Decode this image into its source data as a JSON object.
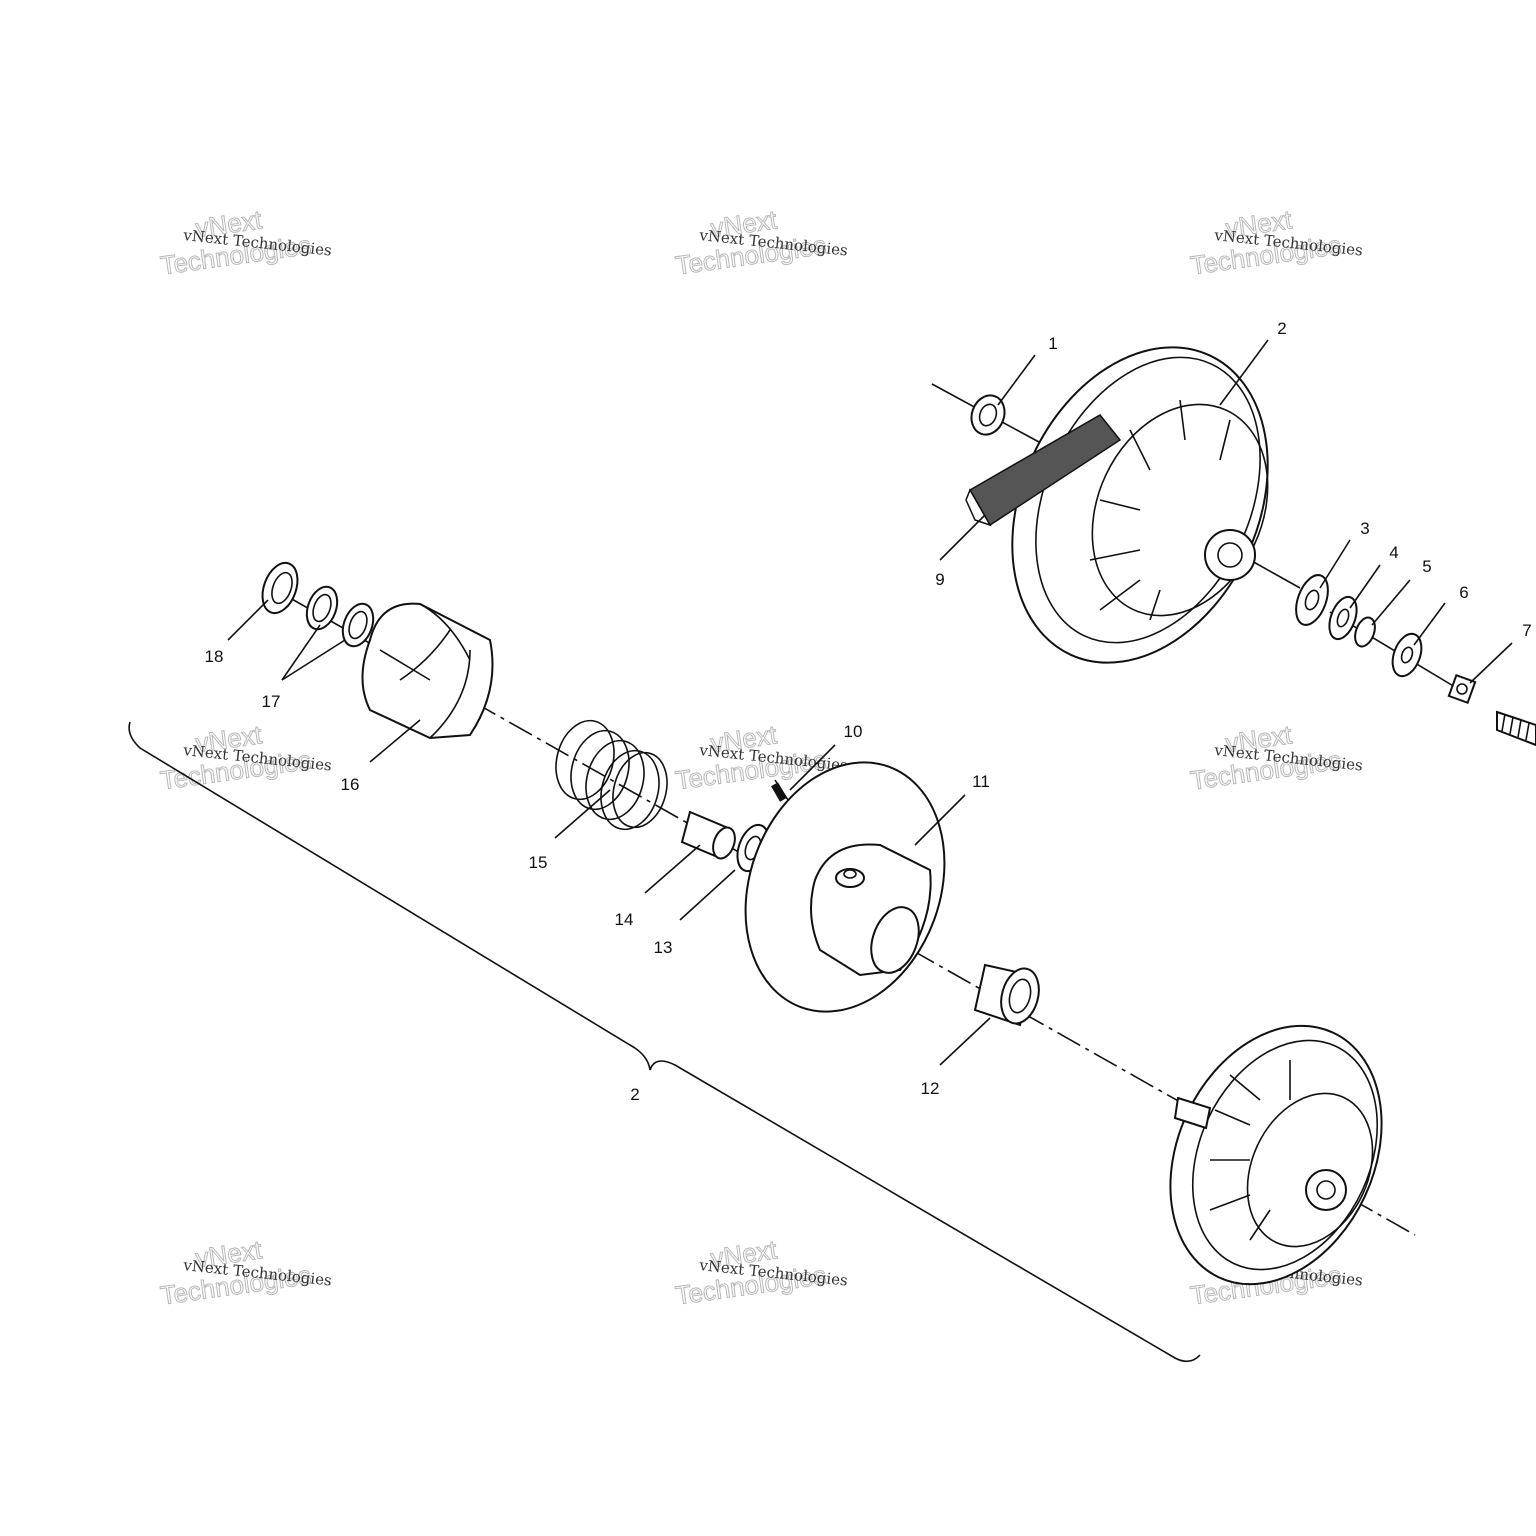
{
  "watermark": {
    "small": "vNext Technologies",
    "large_top": "vNext",
    "large_bottom": "Technologies"
  },
  "callouts": {
    "c1": "1",
    "c2": "2",
    "c3": "3",
    "c4": "4",
    "c5": "5",
    "c6": "6",
    "c7": "7",
    "c9": "9",
    "c10": "10",
    "c11": "11",
    "c12": "12",
    "c13": "13",
    "c14": "14",
    "c15": "15",
    "c16": "16",
    "c17": "17",
    "c18": "18",
    "assembly": "2"
  }
}
